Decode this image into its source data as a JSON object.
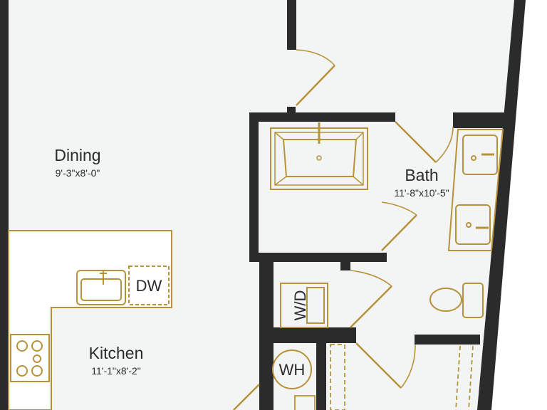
{
  "rooms": {
    "dining": {
      "name": "Dining",
      "dimensions": "9'-3\"x8'-0\""
    },
    "bath": {
      "name": "Bath",
      "dimensions": "11'-8\"x10'-5\""
    },
    "kitchen": {
      "name": "Kitchen",
      "dimensions": "11'-1\"x8'-2\""
    }
  },
  "fixtures": {
    "dishwasher": "DW",
    "washer_dryer": "W/D",
    "water_heater": "WH"
  },
  "colors": {
    "wall": "#2b2b2b",
    "floor": "#f3f5f4",
    "fixture_line": "#b8923a",
    "counter_fill": "#ffffff"
  }
}
